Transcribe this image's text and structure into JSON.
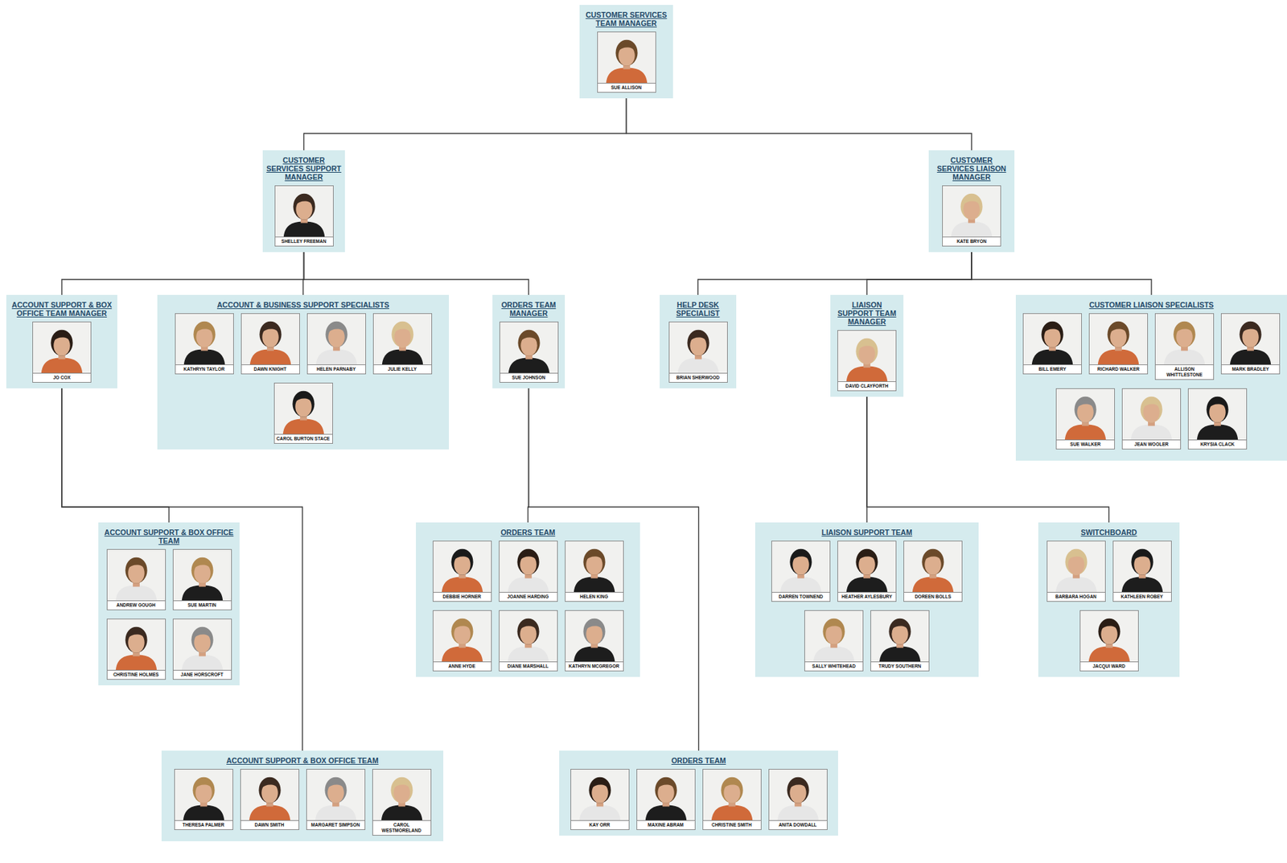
{
  "diagram": {
    "nodes": [
      {
        "text": [
          "CUSTOMER SERVICES TEAM MANAGER"
        ]
      },
      {
        "text": [
          "SUE ALLISON"
        ],
        "in": 0
      },
      {
        "text": [
          "CUSTOMER SERVICES SUPPORT MANAGER"
        ]
      },
      {
        "text": [
          "SHELLEY FREEMAN"
        ],
        "in": 2
      },
      {
        "text": [
          "CUSTOMER SERVICES LIAISON MANAGER"
        ]
      },
      {
        "text": [
          "KATE BRYON"
        ],
        "in": 4
      },
      {
        "text": [
          "ACCOUNT SUPPORT & BOX OFFICE TEAM MANAGER"
        ]
      },
      {
        "text": [
          "JO COX"
        ],
        "in": 6
      },
      {
        "text": [
          "ACCOUNT & BUSINESS SUPPORT SPECIALISTS"
        ]
      },
      {
        "text": [
          "KATHRYN TAYLOR"
        ],
        "in": 8
      },
      {
        "text": [
          "DAWN KNIGHT"
        ],
        "in": 8
      },
      {
        "text": [
          "HELEN PARNABY"
        ],
        "in": 8
      },
      {
        "text": [
          "JULIE KELLY"
        ],
        "in": 8
      },
      {
        "text": [
          "CAROL BURTON STACE"
        ],
        "in": 8
      },
      {
        "text": [
          "ORDERS TEAM MANAGER"
        ]
      },
      {
        "text": [
          "SUE JOHNSON"
        ],
        "in": 14
      },
      {
        "text": [
          "HELP DESK SPECIALIST"
        ]
      },
      {
        "text": [
          "BRIAN SHERWOOD"
        ],
        "in": 16
      },
      {
        "text": [
          "LIAISON SUPPORT TEAM MANAGER"
        ]
      },
      {
        "text": [
          "DAVID CLAYFORTH"
        ],
        "in": 18
      },
      {
        "text": [
          "CUSTOMER LIAISON SPECIALISTS"
        ]
      },
      {
        "text": [
          "BILL EMERY"
        ],
        "in": 20
      },
      {
        "text": [
          "RICHARD WALKER"
        ],
        "in": 20
      },
      {
        "text": [
          "ALLISON WHITTLESTONE"
        ],
        "in": 20
      },
      {
        "text": [
          "MARK BRADLEY"
        ],
        "in": 20
      },
      {
        "text": [
          "SUE WALKER"
        ],
        "in": 20
      },
      {
        "text": [
          "JEAN WOOLER"
        ],
        "in": 20
      },
      {
        "text": [
          "KRYSIA CLACK"
        ],
        "in": 20
      },
      {
        "text": [
          "ACCOUNT SUPPORT & BOX OFFICE TEAM"
        ]
      },
      {
        "text": [
          "ANDREW GOUGH"
        ],
        "in": 28
      },
      {
        "text": [
          "SUE MARTIN"
        ],
        "in": 28
      },
      {
        "text": [
          "CHRISTINE HOLMES"
        ],
        "in": 28
      },
      {
        "text": [
          "JANE HORSCROFT"
        ],
        "in": 28
      },
      {
        "text": [
          "ORDERS TEAM"
        ]
      },
      {
        "text": [
          "DEBBIE HORNER"
        ],
        "in": 33
      },
      {
        "text": [
          "JOANNE HARDING"
        ],
        "in": 33
      },
      {
        "text": [
          "HELEN KING"
        ],
        "in": 33
      },
      {
        "text": [
          "ANNE HYDE"
        ],
        "in": 33
      },
      {
        "text": [
          "DIANE MARSHALL"
        ],
        "in": 33
      },
      {
        "text": [
          "KATHRYN MCGREGOR"
        ],
        "in": 33
      },
      {
        "text": [
          "LIAISON SUPPORT TEAM"
        ]
      },
      {
        "text": [
          "DARREN TOWNEND"
        ],
        "in": 40
      },
      {
        "text": [
          "HEATHER AYLESBURY"
        ],
        "in": 40
      },
      {
        "text": [
          "DOREEN BOLLS"
        ],
        "in": 40
      },
      {
        "text": [
          "SALLY WHITEHEAD"
        ],
        "in": 40
      },
      {
        "text": [
          "TRUDY SOUTHERN"
        ],
        "in": 40
      },
      {
        "text": [
          "SWITCHBOARD"
        ]
      },
      {
        "text": [
          "BARBARA HOGAN"
        ],
        "in": 46
      },
      {
        "text": [
          "KATHLEEN ROBEY"
        ],
        "in": 46
      },
      {
        "text": [
          "JACQUI WARD"
        ],
        "in": 46
      },
      {
        "text": [
          "ACCOUNT SUPPORT & BOX OFFICE TEAM"
        ]
      },
      {
        "text": [
          "THERESA PALMER"
        ],
        "in": 50
      },
      {
        "text": [
          "DAWN SMITH"
        ],
        "in": 50
      },
      {
        "text": [
          "MARGARET SIMPSON"
        ],
        "in": 50
      },
      {
        "text": [
          "CAROL WESTMORELAND"
        ],
        "in": 50
      },
      {
        "text": [
          "ORDERS TEAM"
        ]
      },
      {
        "text": [
          "KAY ORR"
        ],
        "in": 55
      },
      {
        "text": [
          "MAXINE ABRAM"
        ],
        "in": 55
      },
      {
        "text": [
          "CHRISTINE SMITH"
        ],
        "in": 55
      },
      {
        "text": [
          "ANITA DOWDALL"
        ],
        "in": 55
      }
    ],
    "edges": [
      {
        "from": 0,
        "to": 2,
        "arrow": "none"
      },
      {
        "from": 0,
        "to": 4,
        "arrow": "none"
      },
      {
        "from": 2,
        "to": 6,
        "arrow": "none"
      },
      {
        "from": 2,
        "to": 8,
        "arrow": "none"
      },
      {
        "from": 2,
        "to": 14,
        "arrow": "none"
      },
      {
        "from": 4,
        "to": 16,
        "arrow": "none"
      },
      {
        "from": 4,
        "to": 18,
        "arrow": "none"
      },
      {
        "from": 4,
        "to": 20,
        "arrow": "none"
      },
      {
        "from": 6,
        "to": 28,
        "arrow": "none"
      },
      {
        "from": 6,
        "to": 50,
        "arrow": "none"
      },
      {
        "from": 14,
        "to": 33,
        "arrow": "none"
      },
      {
        "from": 14,
        "to": 55,
        "arrow": "none"
      },
      {
        "from": 18,
        "to": 40,
        "arrow": "none"
      },
      {
        "from": 18,
        "to": 46,
        "arrow": "none"
      }
    ]
  }
}
